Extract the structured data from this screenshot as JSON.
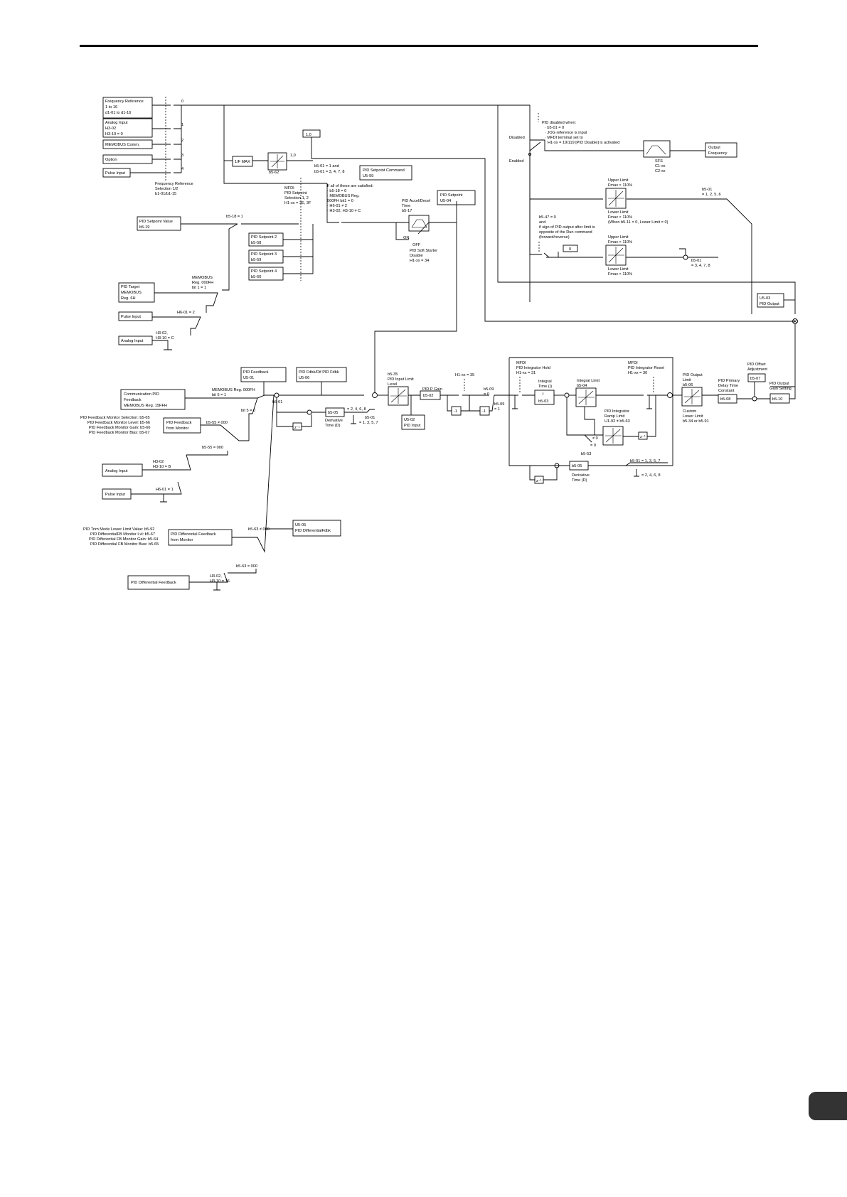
{
  "sources": [
    [
      "Frequency Reference",
      "1 to 16",
      "d1-01 to d1-16"
    ],
    [
      "Analog Input",
      "H3-02",
      "H3-10 = 0"
    ],
    [
      "MEMOBUS Comm."
    ],
    [
      "Option"
    ],
    [
      "Pulse Input"
    ]
  ],
  "source_taps": [
    "0",
    "1",
    "2",
    "3",
    "4"
  ],
  "freq_ref_selection": [
    "Frequency Reference",
    "Selection 1/2",
    "b1-01/b1-15"
  ],
  "one_f_max": "1/F MAX",
  "b5_62": "b5-62",
  "const_1_0": "1.0",
  "one_zero": "1,0",
  "b5_01_1_and": "b5-01 = 1 and",
  "b5_01_3478": "b5-01 = 3, 4, 7, 8",
  "setpoint_command": [
    "PID Setpoint Command",
    "U5-99"
  ],
  "setpoint_selection": [
    "MFDI",
    "PID Setpoint",
    "Selection 1, 2",
    "H1-xx = 3E, 3F"
  ],
  "conditions": [
    "If all of these are satisfied:",
    "· b5-18 = 0",
    "· MEMOBUS Reg.",
    "  000FH bit1 = 0",
    "· H6-01 ≠ 2",
    "· H3-02, H3-10 ≠ C"
  ],
  "accel_decel": [
    "PID Accel/Decel",
    "Time",
    "b5-17"
  ],
  "pid_setpoint_mon": [
    "PID Setpoint",
    "U5-04"
  ],
  "on_label": "ON",
  "off_label": "OFF",
  "soft_starter": [
    "PID Soft Starter",
    "Disable",
    "H1-xx = 34"
  ],
  "setpoint_value": [
    "PID Setpoint Value",
    "b5-19"
  ],
  "b5_18_1": "b5-18 = 1",
  "setpoints": [
    [
      "PID Setpoint 2",
      "b5-58"
    ],
    [
      "PID Setpoint 3",
      "b5-59"
    ],
    [
      "PID Setpoint 4",
      "b5-60"
    ]
  ],
  "target_memobus": [
    "PID Target",
    "MEMOBUS",
    "Reg. 6H"
  ],
  "memobus_reg_000fh": [
    "MEMOBUS",
    "Reg. 000FH",
    "bit 1 = 1"
  ],
  "pulse_input": "Pulse Input",
  "h6_01_2": "H6-01 = 2",
  "analog_input": "Analog Input",
  "h3_c": [
    "H3-02,",
    "H3-10 = C"
  ],
  "disabled_note": [
    "PID disabled when:",
    "· b5-01 = 0",
    "· JOG reference is input",
    "· MFDI terminal set to",
    "H1-xx = 19/119 [PID Disable] is activated"
  ],
  "disabled": "Disabled",
  "enabled": "Enabled",
  "sfs": [
    "SFS",
    "C1-xx",
    "C2-xx"
  ],
  "output_frequency": [
    "Output",
    "Frequency"
  ],
  "upper_limit_1": [
    "Upper Limit",
    "Fmax × 110%"
  ],
  "lower_limit_1": [
    "Lower Limit",
    "Fmax × 110%",
    "(When b5-11 = 0, Lower Limit = 0)"
  ],
  "b5_01_1256": [
    "b5-01",
    "= 1, 2, 5, 6"
  ],
  "b5_47_cond": [
    "b5-47 = 0",
    "and",
    "if sign of PID output after limit is",
    "opposite of the Run command",
    "(forward/reverse)"
  ],
  "zero": "0",
  "upper_limit_2": [
    "Upper Limit",
    "Fmax × 110%"
  ],
  "lower_limit_2": [
    "Lower Limit",
    "Fmax × 110%"
  ],
  "b5_01_3478b": [
    "b5-01",
    "= 3, 4, 7, 8"
  ],
  "pid_output_mon": [
    "U5-03",
    "PID Output"
  ],
  "pid_feedback_mon": [
    "PID Feedback",
    "U5-01"
  ],
  "fdbk_diff_mon": [
    "PID Fdbk/Dif PID Fdbk",
    "U5-06"
  ],
  "comm_feedback": [
    "Communication PID",
    "Feedback",
    "MEMOBUS Reg. 15FFH"
  ],
  "memobus_bit5_1": [
    "MEMOBUS Reg. 000FH",
    "bit 5 = 1"
  ],
  "bit5_0": "bit 5 = 0",
  "fb_monitor_list": [
    "PID Feedback Monitor Selection: b5-65",
    "PID Feedback Monitor Level: b5-66",
    "PID Feedback Monitor Gain: b5-66",
    "PID Feedback Monitor Bias: b5-67"
  ],
  "fb_from_monitor": [
    "PID Feedback",
    "from Monitor"
  ],
  "b5_55_ne": "b5-55 ≠ 000",
  "b5_55_eq": "b5-55 = 000",
  "h3_b": [
    "H3-02",
    "H3-10 = B"
  ],
  "h6_01_1": "H6-01 = 1",
  "z_inv": "z⁻¹",
  "b5_05": "b5-05",
  "derivative": [
    "Derivative",
    "Time (D)"
  ],
  "b5_01_2468": "= 2, 4, 6, 8",
  "b5_01_1357": [
    "b5-01",
    "= 1, 3, 5, 7"
  ],
  "input_limit": [
    "b5-35",
    "PID Input Limit",
    "Level"
  ],
  "p_gain": "PID P Gain",
  "b5_02": "b5-02",
  "u5_02": [
    "U5-02",
    "PID Input"
  ],
  "h1_35": "H1-xx = 35",
  "b5_09_0": [
    "b5-09",
    "= 0"
  ],
  "b5_09_1": [
    "b5-09",
    "= 1"
  ],
  "minus_one": "-1",
  "integrator_hold": [
    "MFDI",
    "PID Integrator Hold",
    "H1-xx = 31"
  ],
  "integral_time": [
    "Integral",
    "Time (I)"
  ],
  "i_over_t": "I",
  "b5_03": "b5-03",
  "integral_limit": [
    "Integral Limit",
    "b5-04"
  ],
  "integrator_reset": [
    "MFDI",
    "PID Integrator Reset",
    "H1-xx = 30"
  ],
  "ramp_limit": [
    "PID Integrator",
    "Ramp Limit",
    "U1-92 ± b5-63"
  ],
  "ne0": "≠ 0",
  "eq0": "= 0",
  "b5_53": "b5-53",
  "output_limit": [
    "PID Output",
    "Limit",
    "b5-06"
  ],
  "custom_lower": [
    "Custom",
    "Lower Limit",
    "b5-34 or b5-91"
  ],
  "primary_delay": [
    "PID Primary",
    "Delay Time",
    "Constant"
  ],
  "b5_08": "b5-08",
  "offset_adj": [
    "PID Offset",
    "Adjustment"
  ],
  "b5_07": "b5-07",
  "output_gain": [
    "PID Output",
    "Gain Setting"
  ],
  "b5_10": "b5-10",
  "b5_01_1357b": "b5-01 = 1, 3, 5, 7",
  "b5_01_2468b": "= 2, 4, 6, 8",
  "trim_list": [
    "PID Trim Mode Lower Limit Value: b5-92",
    "PID DifferentialFB Monitor Lvl: b5-67",
    "PID Differential FB Monitor Gain: b5-64",
    "PID Differential FB Monitor Bias: b5-65"
  ],
  "diff_from_monitor": [
    "PID Differential Feedback",
    "from Monitor"
  ],
  "b5_63_ne": "b5-63 ≠ 000",
  "b5_63_eq": "b5-63 = 000",
  "u5_05": [
    "U5-05",
    "PID DifferentialFdbk"
  ],
  "h3_16": [
    "H3-02,",
    "H3-10 = 16"
  ],
  "diff_feedback": "PID Differential Feedback",
  "colors": {
    "ink": "#000000",
    "page_tab": "#333333"
  }
}
